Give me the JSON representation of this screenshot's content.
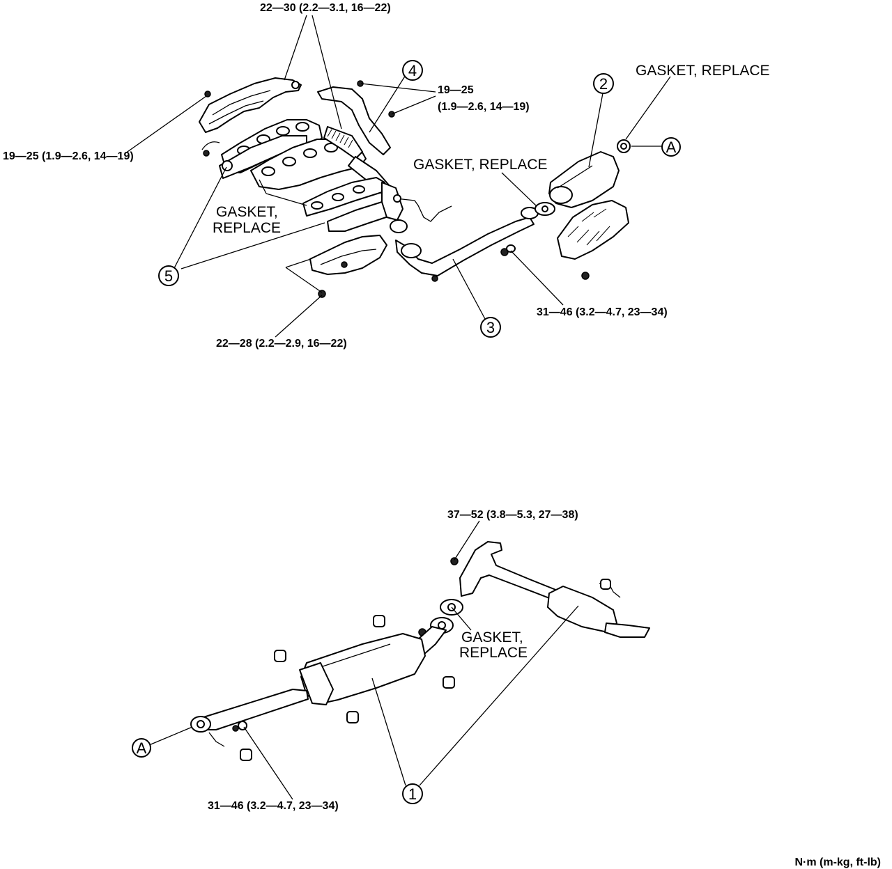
{
  "labels": {
    "torque_top": "22—30 (2.2—3.1, 16—22)",
    "torque_heat_shield_right": "19—25",
    "torque_heat_shield_right_2": "(1.9—2.6, 14—19)",
    "torque_left": "19—25 (1.9—2.6, 14—19)",
    "torque_lower_shield": "22—28 (2.2—2.9, 16—22)",
    "torque_front_pipe": "31—46 (3.2—4.7, 23—34)",
    "torque_tail": "37—52 (3.8—5.3, 27—38)",
    "torque_bottom": "31—46 (3.2—4.7, 23—34)",
    "gasket_converter_outlet": "GASKET, REPLACE",
    "gasket_converter_inlet": "GASKET, REPLACE",
    "gasket_manifold_1": "GASKET,",
    "gasket_manifold_2": "REPLACE",
    "gasket_mid_1": "GASKET,",
    "gasket_mid_2": "REPLACE",
    "units": "N·m (m-kg, ft-lb)"
  },
  "callouts": {
    "c1": "1",
    "c2": "2",
    "c3": "3",
    "c4": "4",
    "c5": "5",
    "a_top": "A",
    "a_bottom": "A"
  }
}
